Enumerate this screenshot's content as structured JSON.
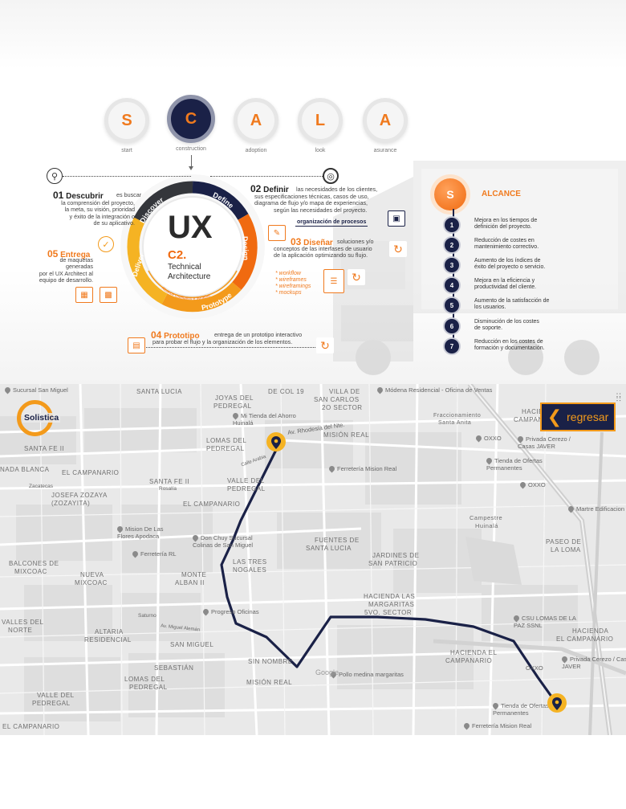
{
  "scala": {
    "items": [
      {
        "letter": "S",
        "label": "start"
      },
      {
        "letter": "C",
        "label": "construction"
      },
      {
        "letter": "A",
        "label": "adoption"
      },
      {
        "letter": "L",
        "label": "look"
      },
      {
        "letter": "A",
        "label": "asurance"
      }
    ]
  },
  "ring": {
    "center_title": "UX",
    "center_code": "C2.",
    "center_line1": "Technical",
    "center_line2": "Architecture",
    "segments": [
      "Discover",
      "Define",
      "Design",
      "Prototype",
      "Deliver"
    ],
    "inner_arc": "Alcance cualitativo e iterativo",
    "inner_arc_right": "Entendimiento del usuario"
  },
  "steps": {
    "s01": {
      "num": "01",
      "title": "Descubrir",
      "text": [
        "es buscar",
        "la comprensión del proyecto,",
        "la meta, su visión, prioridad",
        "y éxito de la integración o",
        "de su aplicativo."
      ]
    },
    "s02": {
      "num": "02",
      "title": "Definir",
      "text": [
        "las necesidades de los clientes,",
        "sus especificaciones técnicas, casos de uso,",
        "diagrama de flujo y/o mapa de experiencias,",
        "según las necesidades del proyecto."
      ],
      "tag": "organización de procesos"
    },
    "s03": {
      "num": "03",
      "title": "Diseñar",
      "text": [
        "soluciones y/o",
        "conceptos de las interfases de usuario",
        "de la aplicación optimizando su flujo."
      ],
      "list": [
        "* workflow",
        "* wireframes",
        "* wireframings",
        "* mockups"
      ]
    },
    "s04": {
      "num": "04",
      "title": "Prototipo",
      "text": [
        "entrega de un prototipo interactivo",
        "para probar el flujo y la organización de los elementos."
      ]
    },
    "s05": {
      "num": "05",
      "title": "Entrega",
      "text": [
        "de maquetas generadas",
        "por el UX Architect al",
        "equipo de desarrollo."
      ]
    }
  },
  "alcance": {
    "logo": "S",
    "title": "ALCANCE",
    "items": [
      {
        "n": "1",
        "l1": "Mejora en los tiempos de",
        "l2": "definición del proyecto."
      },
      {
        "n": "2",
        "l1": "Reducción de costes en",
        "l2": "mantenimiento correctivo."
      },
      {
        "n": "3",
        "l1": "Aumento de los índices de",
        "l2": "éxito del proyecto o servicio."
      },
      {
        "n": "4",
        "l1": "Mejora en la eficiencia y",
        "l2": "productividad del cliente."
      },
      {
        "n": "5",
        "l1": "Aumento de la satisfacción de",
        "l2": "los usuarios."
      },
      {
        "n": "6",
        "l1": "Disminución de los costes",
        "l2": "de soporte."
      },
      {
        "n": "7",
        "l1": "Reducción en los costes de",
        "l2": "formación y documentación."
      }
    ]
  },
  "map": {
    "brand": "Solistica",
    "back_label": "regresar",
    "neighborhoods": [
      "SANTA LUCIA",
      "DE COL 19",
      "VILLA DE",
      "SAN CARLOS",
      "2O SECTOR",
      "JOYAS DEL",
      "PEDREGAL",
      "LOMAS DEL",
      "PEDREGAL",
      "MISIÓN REAL",
      "SANTA FE II",
      "SANTA FE II",
      "NADA BLANCA",
      "EL CAMPANARIO",
      "JOSEFA ZOZAYA",
      "(ZOZAYITA)",
      "VALLE DEL",
      "PEDREGAL",
      "EL CAMPANARIO",
      "FUENTES DE",
      "SANTA LUCIA",
      "JARDINES DE",
      "SAN PATRICIO",
      "BALCONES DE",
      "MIXCOAC",
      "NUEVA",
      "MIXCOAC",
      "MONTE",
      "ALBAN II",
      "LAS TRES",
      "NOGALES",
      "HACIENDA LAS",
      "MARGARITAS",
      "5VO. SECTOR",
      "VALLES DEL",
      "NORTE",
      "ALTARIA",
      "RESIDENCIAL",
      "SAN MIGUEL",
      "SEBASTIÁN",
      "SIN NOMBRE",
      "LOMAS DEL",
      "PEDREGAL",
      "VALLE DEL",
      "PEDREGAL",
      "EL CAMPANARIO",
      "MISIÓN REAL",
      "HACIENDA EL",
      "CAMPANARIO",
      "HACIENDA",
      "EL CAMPANARIO",
      "HACIENDA",
      "CAMPANARIO",
      "PASEO DE",
      "LA LOMA",
      "Campestre",
      "Huinalá",
      "Fraccionamiento",
      "Santa Anita"
    ],
    "pois": [
      "Módena Residencial - Oficina de Ventas",
      "Mi Tienda del Ahorro Huinalá",
      "Privada Cerezo / Casas JAVER",
      "Tienda de Ofertas Permanentes",
      "Ferretería Mision Real",
      "OXXO",
      "OXXO",
      "Martre Edificacion",
      "Mision De Las Flores Apodaca",
      "Don Chuy Sucursal Colinas de San Miguel",
      "Ferretería RL",
      "Progreso Oficinas",
      "Pollo medina margaritas",
      "CSU LOMAS DE LA PAZ SSNL",
      "Privada Cerezo / Casas JAVER",
      "Tienda de Ofertas Permanentes",
      "Ferretería Mision Real",
      "Sucursal San Miguel",
      "OXXO",
      "Google"
    ],
    "streets": [
      "Av. Rhodesia del Nte.",
      "Calle Arabia",
      "Zacatecas",
      "Rosalía",
      "Saturno",
      "Av. Miguel Alemán"
    ],
    "route_color": "#1a2147",
    "pin_color": "#f5b323"
  }
}
